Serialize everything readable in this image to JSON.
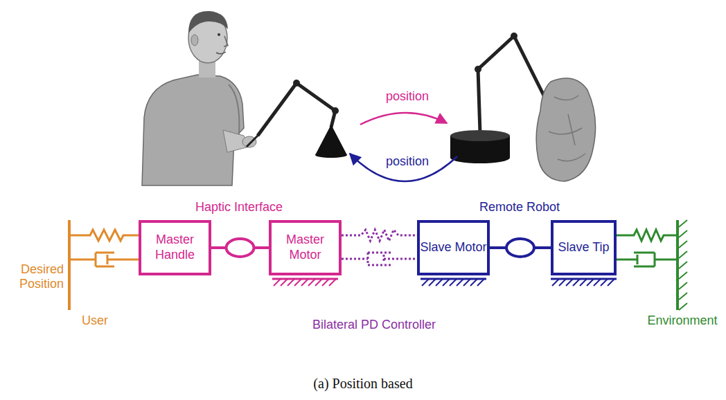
{
  "diagram": {
    "caption": "(a) Position based",
    "nodes": [
      {
        "text": [
          "Master Handle"
        ]
      },
      {
        "text": [
          "Master Motor"
        ]
      },
      {
        "text": [
          "Slave Motor"
        ]
      },
      {
        "text": [
          "Slave Tip"
        ]
      }
    ],
    "edges": [
      {
        "from": 0,
        "to": 1,
        "arrow": "none"
      },
      {
        "from": 1,
        "to": 2,
        "arrow": "none"
      },
      {
        "from": 2,
        "to": 3,
        "arrow": "none"
      }
    ],
    "labels": [
      "position",
      "position",
      "Haptic Interface",
      "Remote Robot",
      "Desired Position",
      "User",
      "Bilateral PD Controller",
      "Environment"
    ]
  }
}
